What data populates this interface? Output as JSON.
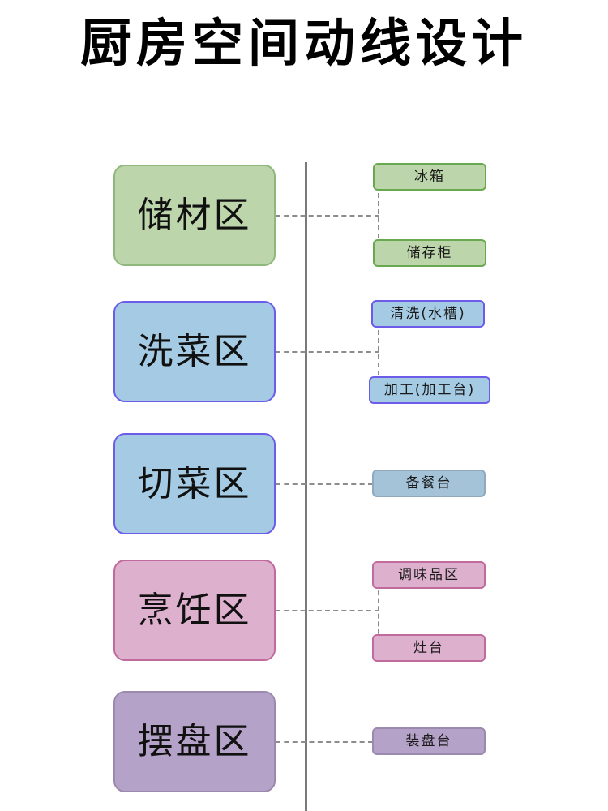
{
  "page": {
    "title": "厨房空间动线设计",
    "background_color": "#ffffff",
    "spine_color": "#7a7a7a",
    "connector_color": "#8c8c8c"
  },
  "diagram": {
    "type": "flow-hierarchy",
    "orientation": "vertical-spine",
    "zones": [
      {
        "id": "storage",
        "label": "储材区",
        "fill": "#bcd5ab",
        "border": "#8fb87c",
        "children": [
          {
            "label": "冰箱",
            "fill": "#bcd5ab",
            "border": "#6aa84f"
          },
          {
            "label": "储存柜",
            "fill": "#bcd5ab",
            "border": "#6aa84f"
          }
        ]
      },
      {
        "id": "washing",
        "label": "洗菜区",
        "fill": "#a4cbe3",
        "border": "#6d5ce7",
        "children": [
          {
            "label": "清洗(水槽)",
            "fill": "#a4cbe3",
            "border": "#6d5ce7"
          },
          {
            "label": "加工(加工台)",
            "fill": "#a4cbe3",
            "border": "#6d5ce7"
          }
        ]
      },
      {
        "id": "cutting",
        "label": "切菜区",
        "fill": "#a4cbe3",
        "border": "#6d5ce7",
        "children": [
          {
            "label": "备餐台",
            "fill": "#a4c3d8",
            "border": "#8fa9bd"
          }
        ]
      },
      {
        "id": "cooking",
        "label": "烹饪区",
        "fill": "#ddb0cd",
        "border": "#c06a9e",
        "children": [
          {
            "label": "调味品区",
            "fill": "#ddb0cd",
            "border": "#c06a9e"
          },
          {
            "label": "灶台",
            "fill": "#ddb0cd",
            "border": "#c06a9e"
          }
        ]
      },
      {
        "id": "plating",
        "label": "摆盘区",
        "fill": "#b5a2c8",
        "border": "#9b8aad",
        "children": [
          {
            "label": "装盘台",
            "fill": "#b5a2c8",
            "border": "#9b8aad"
          }
        ]
      }
    ]
  }
}
